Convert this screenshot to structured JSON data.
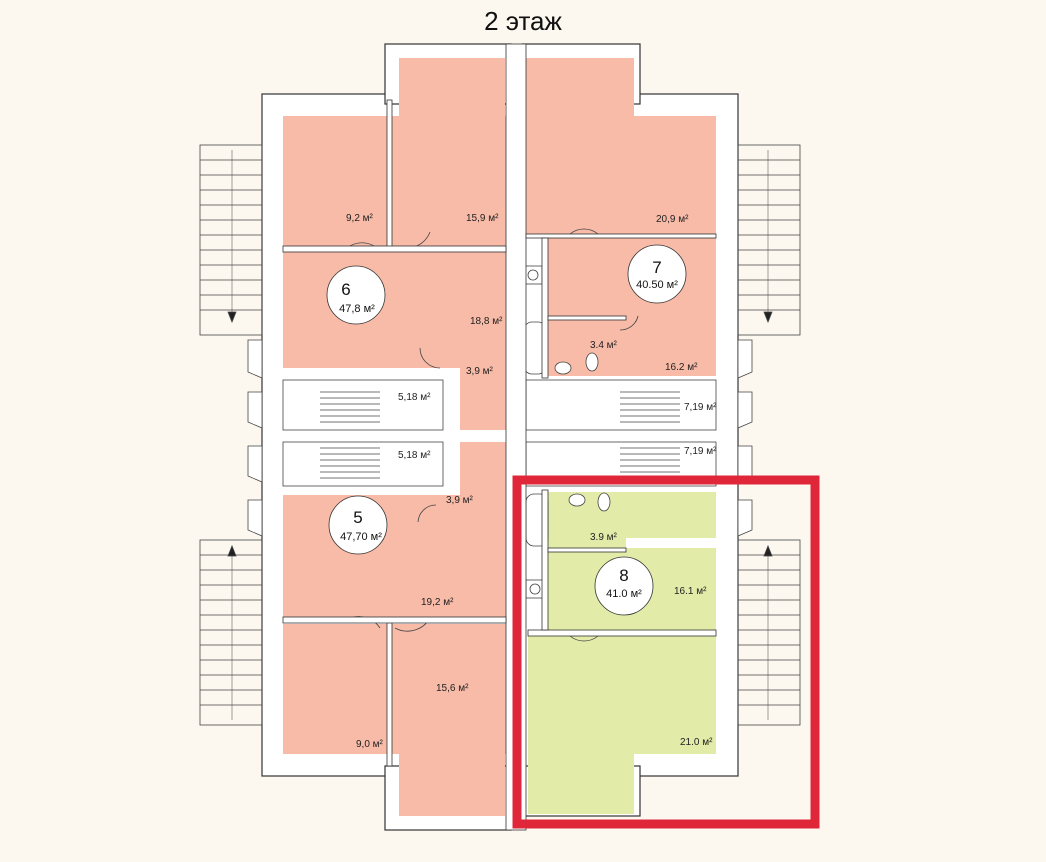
{
  "floor_title": "2 этаж",
  "colors": {
    "unit_pink": "#f8bba8",
    "unit_green": "#e2eca8",
    "highlight": "#e0273a"
  },
  "units": {
    "u6": {
      "number": "6",
      "area": "47,8 м²"
    },
    "u7": {
      "number": "7",
      "area": "40.50 м²"
    },
    "u5": {
      "number": "5",
      "area": "47,70 м²"
    },
    "u8": {
      "number": "8",
      "area": "41.0 м²"
    }
  },
  "rooms": {
    "r9_2": "9,2 м²",
    "r15_9": "15,9 м²",
    "r20_9": "20,9 м²",
    "r18_8": "18,8 м²",
    "r3_9a": "3,9 м²",
    "r3_4": "3.4 м²",
    "r16_2": "16.2 м²",
    "r5_18a": "5,18 м²",
    "r7_19a": "7,19 м²",
    "r5_18b": "5,18 м²",
    "r7_19b": "7,19 м²",
    "r3_9b": "3,9 м²",
    "r3_9c": "3.9 м²",
    "r19_2": "19,2 м²",
    "r16_1": "16.1 м²",
    "r15_6": "15,6 м²",
    "r21_0": "21.0 м²",
    "r9_0": "9,0 м²"
  }
}
